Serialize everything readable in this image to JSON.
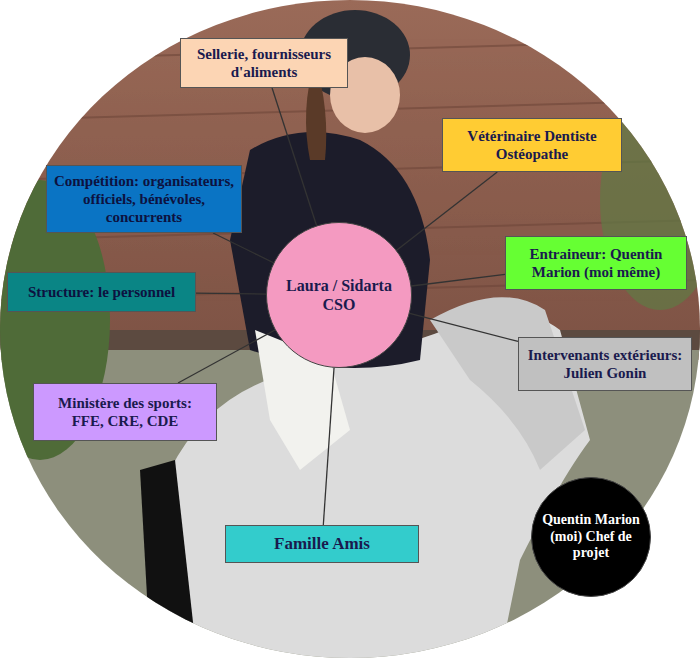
{
  "diagram": {
    "nodes": [
      {
        "text": [
          "Laura / Sidarta CSO"
        ]
      },
      {
        "text": [
          "Sellerie, fournisseurs d'aliments"
        ]
      },
      {
        "text": [
          "Vétérinaire Dentiste Ostéopathe"
        ]
      },
      {
        "text": [
          "Compétition: organisateurs, officiels, bénévoles, concurrents"
        ]
      },
      {
        "text": [
          "Entraineur: Quentin Marion (moi même)"
        ]
      },
      {
        "text": [
          "Structure: le personnel"
        ]
      },
      {
        "text": [
          "Intervenants extérieurs: Julien Gonin"
        ]
      },
      {
        "text": [
          "Ministère des sports: FFE, CRE, CDE"
        ]
      },
      {
        "text": [
          "Famille Amis"
        ]
      },
      {
        "text": [
          "Quentin Marion (moi) Chef de projet"
        ]
      }
    ],
    "edges": [
      {
        "from": 0,
        "to": 1,
        "arrow": "none"
      },
      {
        "from": 0,
        "to": 2,
        "arrow": "none"
      },
      {
        "from": 0,
        "to": 3,
        "arrow": "none"
      },
      {
        "from": 0,
        "to": 4,
        "arrow": "none"
      },
      {
        "from": 0,
        "to": 5,
        "arrow": "none"
      },
      {
        "from": 0,
        "to": 6,
        "arrow": "none"
      },
      {
        "from": 0,
        "to": 7,
        "arrow": "none"
      },
      {
        "from": 0,
        "to": 8,
        "arrow": "none"
      }
    ]
  }
}
